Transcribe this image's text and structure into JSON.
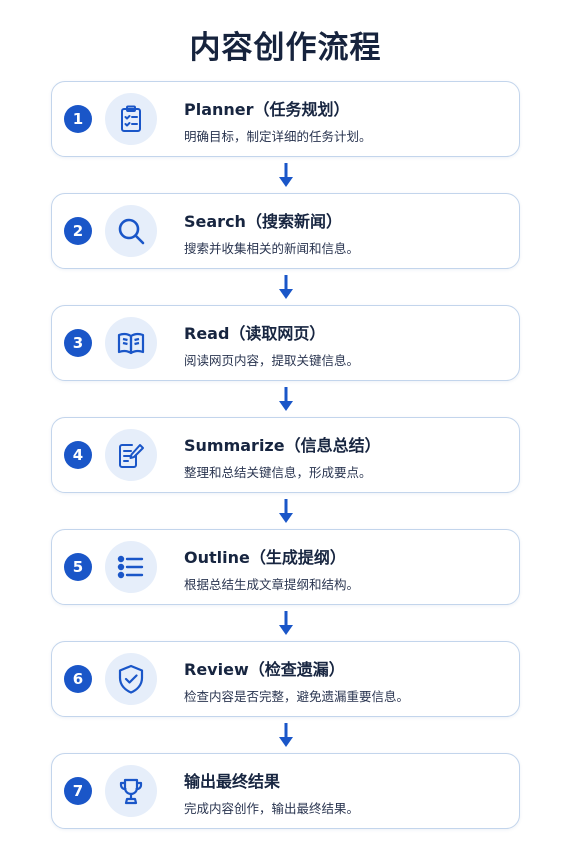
{
  "title": "内容创作流程",
  "colors": {
    "accent": "#1a56c8",
    "card_border": "#c3d5ec",
    "icon_bg": "#e6eefa"
  },
  "steps": [
    {
      "number": "1",
      "icon": "clipboard-checklist-icon",
      "title": "Planner（任务规划）",
      "desc": "明确目标，制定详细的任务计划。"
    },
    {
      "number": "2",
      "icon": "search-icon",
      "title": "Search（搜索新闻）",
      "desc": "搜索并收集相关的新闻和信息。"
    },
    {
      "number": "3",
      "icon": "open-book-icon",
      "title": "Read（读取网页）",
      "desc": "阅读网页内容，提取关键信息。"
    },
    {
      "number": "4",
      "icon": "edit-document-icon",
      "title": "Summarize（信息总结）",
      "desc": "整理和总结关键信息，形成要点。"
    },
    {
      "number": "5",
      "icon": "list-icon",
      "title": "Outline（生成提纲）",
      "desc": "根据总结生成文章提纲和结构。"
    },
    {
      "number": "6",
      "icon": "shield-check-icon",
      "title": "Review（检查遗漏）",
      "desc": "检查内容是否完整，避免遗漏重要信息。"
    },
    {
      "number": "7",
      "icon": "trophy-icon",
      "title": "输出最终结果",
      "desc": "完成内容创作，输出最终结果。"
    }
  ]
}
